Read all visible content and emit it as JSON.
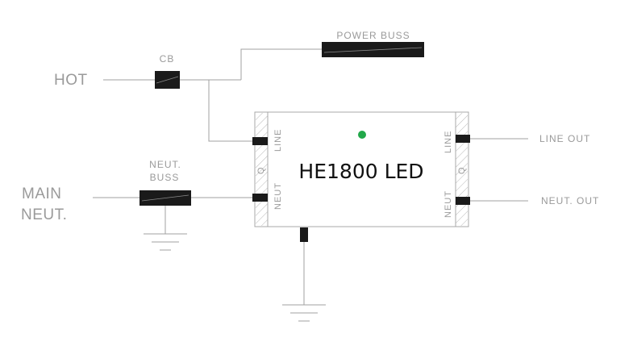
{
  "labels": {
    "hot": "HOT",
    "cb": "CB",
    "power_buss": "POWER BUSS",
    "main_neut_line1": "MAIN",
    "main_neut_line2": "NEUT.",
    "neut_buss_line1": "NEUT.",
    "neut_buss_line2": "BUSS",
    "line_in": "LINE",
    "neut_in": "NEUT",
    "line_out_side": "LINE",
    "neut_out_side": "NEUT",
    "ground_left": "Q",
    "ground_right": "Q",
    "line_out": "LINE OUT",
    "neut_out": "NEUT. OUT",
    "device_title": "HE1800 LED"
  },
  "colors": {
    "wire": "#a0a0a0",
    "label": "#9a9a9a",
    "terminal": "#1a1a1a",
    "indicator_led": "#22a84a",
    "title": "#111111"
  },
  "icons": {
    "ground_symbol": "ground-icon",
    "indicator": "status-led-icon"
  }
}
